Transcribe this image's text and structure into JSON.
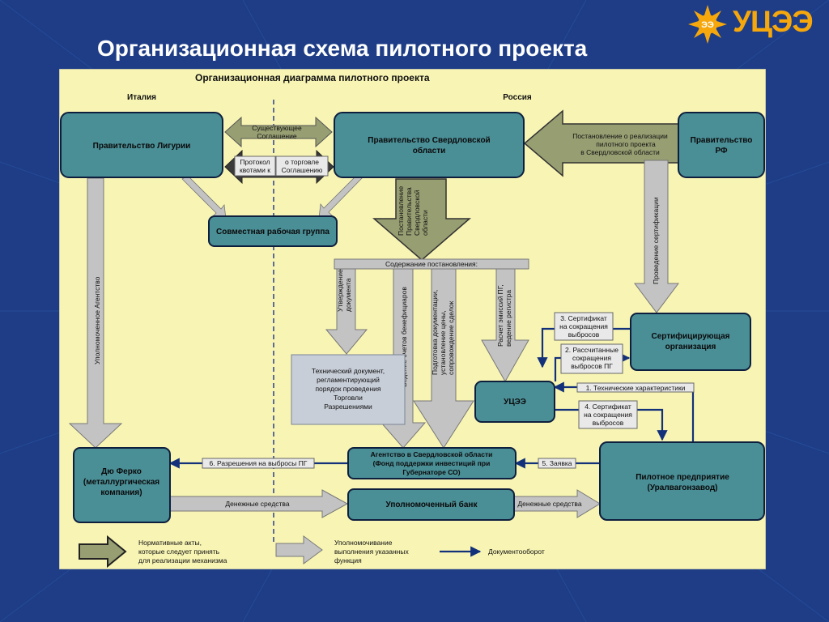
{
  "slide": {
    "title": "Организационная схема пилотного проекта",
    "logo_text": "УЦЭЭ",
    "logo_mark": "ЭЭ"
  },
  "diagram": {
    "title": "Организационная диаграмма пилотного проекта",
    "regions": {
      "left": "Италия",
      "right": "Россия"
    },
    "nodes": {
      "liguria": "Правительство Лигурии",
      "sverdlovsk": [
        "Правительство Свердловской",
        "области"
      ],
      "rf": [
        "Правительство",
        "РФ"
      ],
      "working_group": "Совместная рабочая группа",
      "certifier": [
        "Сертифицирующая",
        "организация"
      ],
      "uceee": "УЦЭЭ",
      "agency": [
        "Агентство в Свердловской области",
        "(Фонд поддержки инвестиций при",
        "Губернаторе СО)"
      ],
      "duferco": [
        "Дю Ферко",
        "(металлургическая",
        "компания)"
      ],
      "bank": "Уполномоченный банк",
      "enterprise": [
        "Пилотное предприятие",
        "(Уралвагонзавод)"
      ],
      "tech_doc": [
        "Технический документ,",
        "регламентирующий",
        "порядок проведения",
        "Торговли",
        "Разрешениями"
      ]
    },
    "labels": {
      "existing_agreement": [
        "Существующее",
        "Соглашение"
      ],
      "protocol_left": [
        "Протокол",
        "квотами к"
      ],
      "protocol_right": [
        "о торговле",
        "Соглашению"
      ],
      "rf_resolution": [
        "Постановление о реализации",
        "пилотного проекта",
        "в Свердловской области"
      ],
      "sverdlovsk_resolution": [
        "Постановление",
        "Правительства",
        "Свердловской",
        "области"
      ],
      "resolution_content": "Содержание постановления:",
      "doc_approval": [
        "Утверждение",
        "документа"
      ],
      "beneficiary_accounts": "Ведение счетов бенефициаров",
      "doc_preparation": [
        "Подготовка документации,",
        "установление цены,",
        "сопровождение сделок"
      ],
      "emission_calc": [
        "Расчет эмиссий ПГ,",
        "ведение регистра"
      ],
      "certification": "Проведение сертификации",
      "authorized_agency": "Уполномоченное Агентство",
      "cert3": [
        "3. Сертификат",
        "на сокращения",
        "выбросов"
      ],
      "calc2": [
        "2. Рассчитанные",
        "сокращения",
        "выбросов ПГ"
      ],
      "tech1": "1. Технические характеристики",
      "cert4": [
        "4. Сертификат",
        "на сокращения",
        "выбросов"
      ],
      "permits6": "6. Разрешения на выбросы ПГ",
      "request5": "5. Заявка",
      "money_left": "Денежные средства",
      "money_right": "Денежные средства"
    },
    "legend": {
      "normative": [
        "Нормативные акты,",
        "которые следует принять",
        "для реализации механизма"
      ],
      "authorization": [
        "Уполномочивание",
        "выполнения указанных",
        "функция"
      ],
      "docflow": "Документооборот"
    },
    "colors": {
      "panel": "#f8f5b4",
      "node": "#4a8e96",
      "olive_arrow": "#979e72",
      "gray_arrow": "#c3c3c3",
      "doc_flow": "#13307a",
      "slide_bg": "#1e3d86"
    }
  }
}
